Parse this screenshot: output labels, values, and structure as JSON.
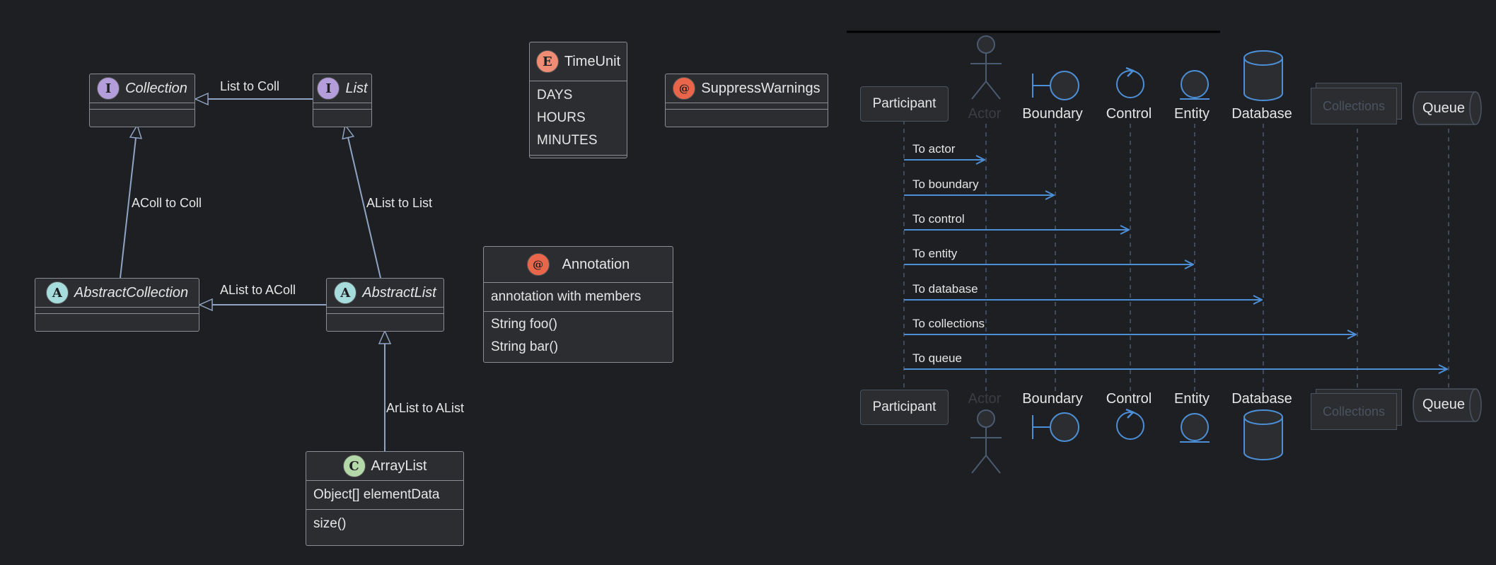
{
  "class_diagram": {
    "classes": {
      "collection": {
        "badge": "I",
        "name": "Collection"
      },
      "list": {
        "badge": "I",
        "name": "List"
      },
      "abstract_collection": {
        "badge": "A",
        "name": "AbstractCollection"
      },
      "abstract_list": {
        "badge": "A",
        "name": "AbstractList"
      },
      "array_list": {
        "badge": "C",
        "name": "ArrayList",
        "fields": [
          "Object[] elementData"
        ],
        "methods": [
          "size()"
        ]
      },
      "time_unit": {
        "badge": "E",
        "name": "TimeUnit",
        "values": [
          "DAYS",
          "HOURS",
          "MINUTES"
        ]
      },
      "suppress_warnings": {
        "badge": "@",
        "name": "SuppressWarnings"
      },
      "annotation": {
        "badge": "@",
        "name": "Annotation",
        "description": "annotation with members",
        "members": [
          "String foo()",
          "String bar()"
        ]
      }
    },
    "relations": {
      "list_to_coll": "List to Coll",
      "acoll_to_coll": "AColl to Coll",
      "alist_to_list": "AList to List",
      "alist_to_acoll": "AList to AColl",
      "arlist_to_alist": "ArList to AList"
    }
  },
  "sequence_diagram": {
    "participants": {
      "participant": "Participant",
      "actor": "Actor",
      "boundary": "Boundary",
      "control": "Control",
      "entity": "Entity",
      "database": "Database",
      "collections": "Collections",
      "queue": "Queue"
    },
    "messages": [
      "To actor",
      "To boundary",
      "To control",
      "To entity",
      "To database",
      "To collections",
      "To queue"
    ],
    "colors": {
      "arrow": "#4d8fd6",
      "lifeline": "#4a5a70"
    }
  }
}
